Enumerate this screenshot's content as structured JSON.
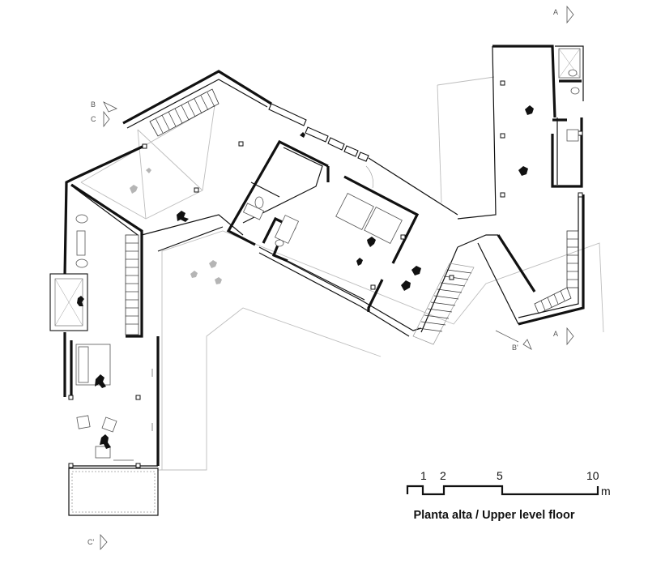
{
  "caption": "Planta alta / Upper level floor",
  "scale_bar": {
    "ticks": [
      "1",
      "2",
      "5",
      "10"
    ],
    "unit": "m"
  },
  "section_markers": {
    "a_top": "A",
    "a_bottom": "A",
    "b_left": "B",
    "b_right": "B'",
    "c_left": "C",
    "c_bottom": "C'"
  }
}
